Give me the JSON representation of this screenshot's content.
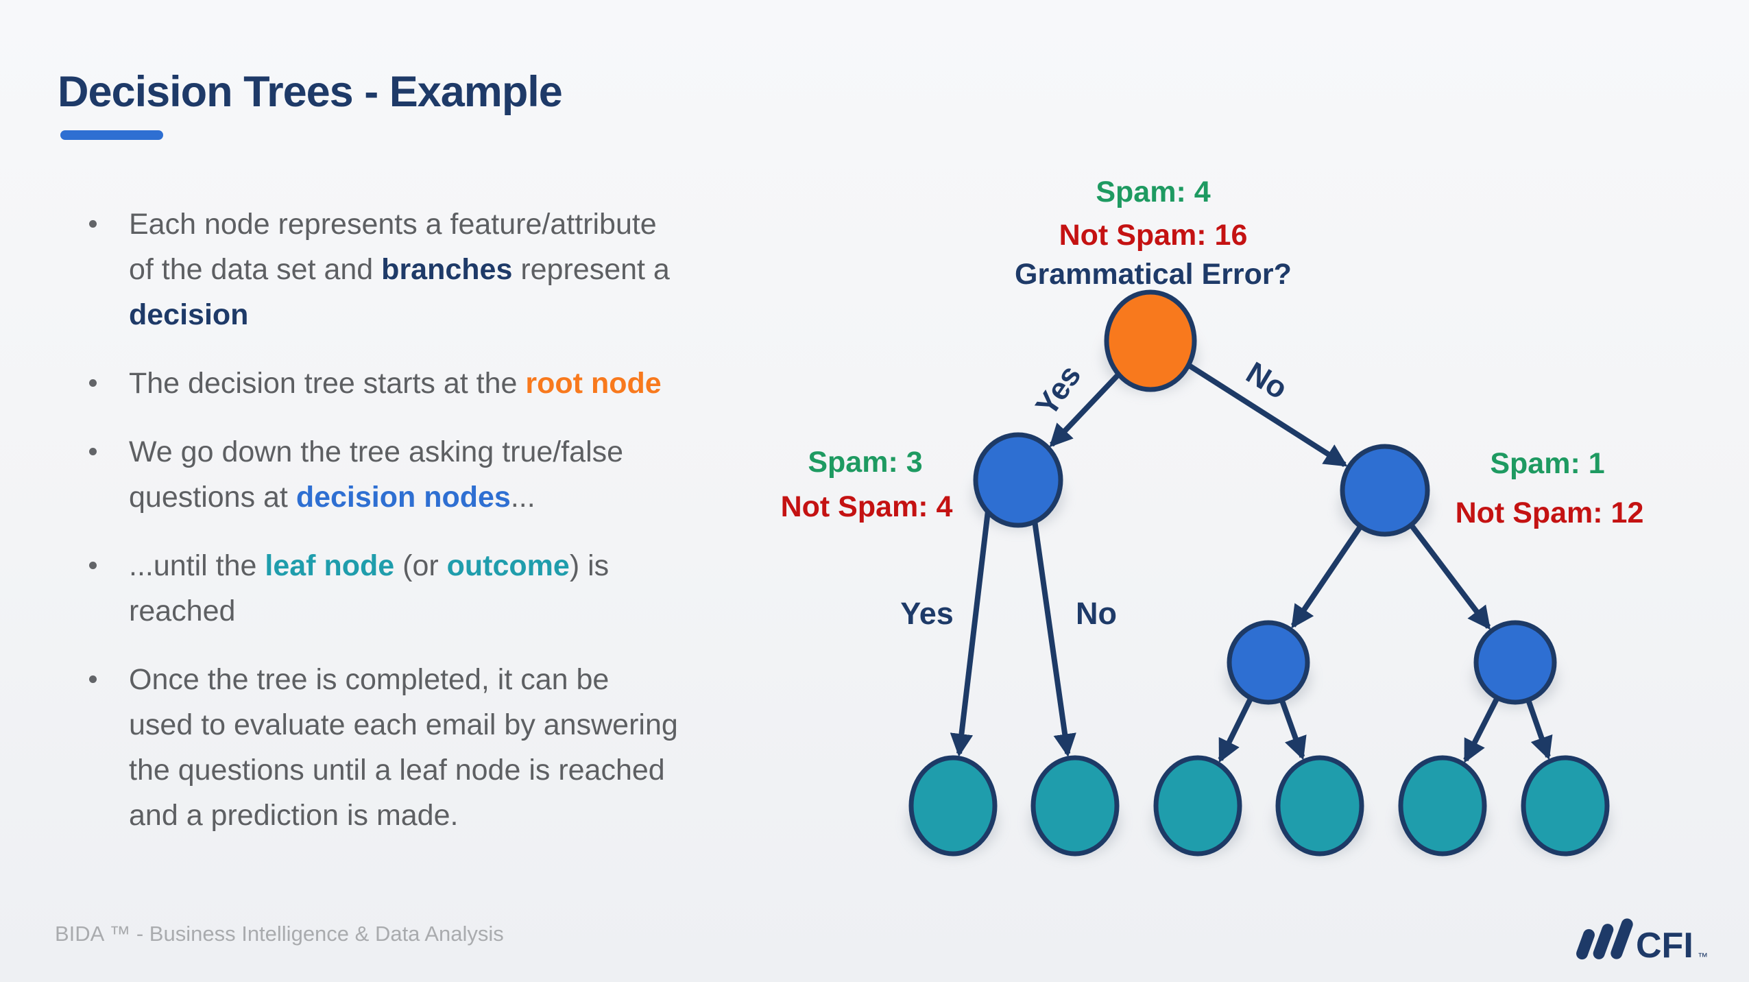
{
  "slide": {
    "title": "Decision Trees - Example",
    "footer": "BIDA ™ - Business Intelligence & Data Analysis",
    "logo": {
      "text": "CFI",
      "tm": "™"
    }
  },
  "colors": {
    "navy": "#1E3A68",
    "accent": "#2E6FD2",
    "orange": "#F8791D",
    "teal": "#1F9DAC",
    "green": "#1E9A61",
    "red": "#C41212",
    "edge": "#1D3A66",
    "body_text": "#5D5F62",
    "muted": "#A9ABAE",
    "background": "#F4F5F7",
    "shadow": "#9AA2AD"
  },
  "bullets": [
    {
      "lines": [
        [
          {
            "t": "Each node represents a feature/attribute",
            "s": "body"
          }
        ],
        [
          {
            "t": "of the data set and ",
            "s": "body"
          },
          {
            "t": "branches",
            "s": "navy"
          },
          {
            "t": " represent a",
            "s": "body"
          }
        ],
        [
          {
            "t": "decision",
            "s": "navy"
          }
        ]
      ]
    },
    {
      "lines": [
        [
          {
            "t": "The decision tree starts at the ",
            "s": "body"
          },
          {
            "t": "root node",
            "s": "orange"
          }
        ]
      ]
    },
    {
      "lines": [
        [
          {
            "t": "We go down the tree asking true/false",
            "s": "body"
          }
        ],
        [
          {
            "t": "questions at ",
            "s": "body"
          },
          {
            "t": "decision nodes",
            "s": "blue"
          },
          {
            "t": "...",
            "s": "body"
          }
        ]
      ]
    },
    {
      "lines": [
        [
          {
            "t": "...until the ",
            "s": "body"
          },
          {
            "t": "leaf node",
            "s": "teal"
          },
          {
            "t": " (or ",
            "s": "body"
          },
          {
            "t": "outcome",
            "s": "teal"
          },
          {
            "t": ") is",
            "s": "body"
          }
        ],
        [
          {
            "t": "reached",
            "s": "body"
          }
        ]
      ]
    },
    {
      "lines": [
        [
          {
            "t": "Once the tree is completed, it can be",
            "s": "body"
          }
        ],
        [
          {
            "t": "used to evaluate each email by answering",
            "s": "body"
          }
        ],
        [
          {
            "t": "the questions until a leaf node is reached",
            "s": "body"
          }
        ],
        [
          {
            "t": "and a prediction is made.",
            "s": "body"
          }
        ]
      ]
    }
  ],
  "tree": {
    "root_labels": {
      "spam": "Spam: 4",
      "not_spam": "Not Spam: 16",
      "question": "Grammatical Error?"
    },
    "left_labels": {
      "spam": "Spam: 3",
      "not_spam": "Not Spam: 4"
    },
    "right_labels": {
      "spam": "Spam: 1",
      "not_spam": "Not Spam: 12"
    },
    "edge_labels": {
      "root_left": "Yes",
      "root_right": "No",
      "left_left": "Yes",
      "left_right": "No"
    }
  }
}
